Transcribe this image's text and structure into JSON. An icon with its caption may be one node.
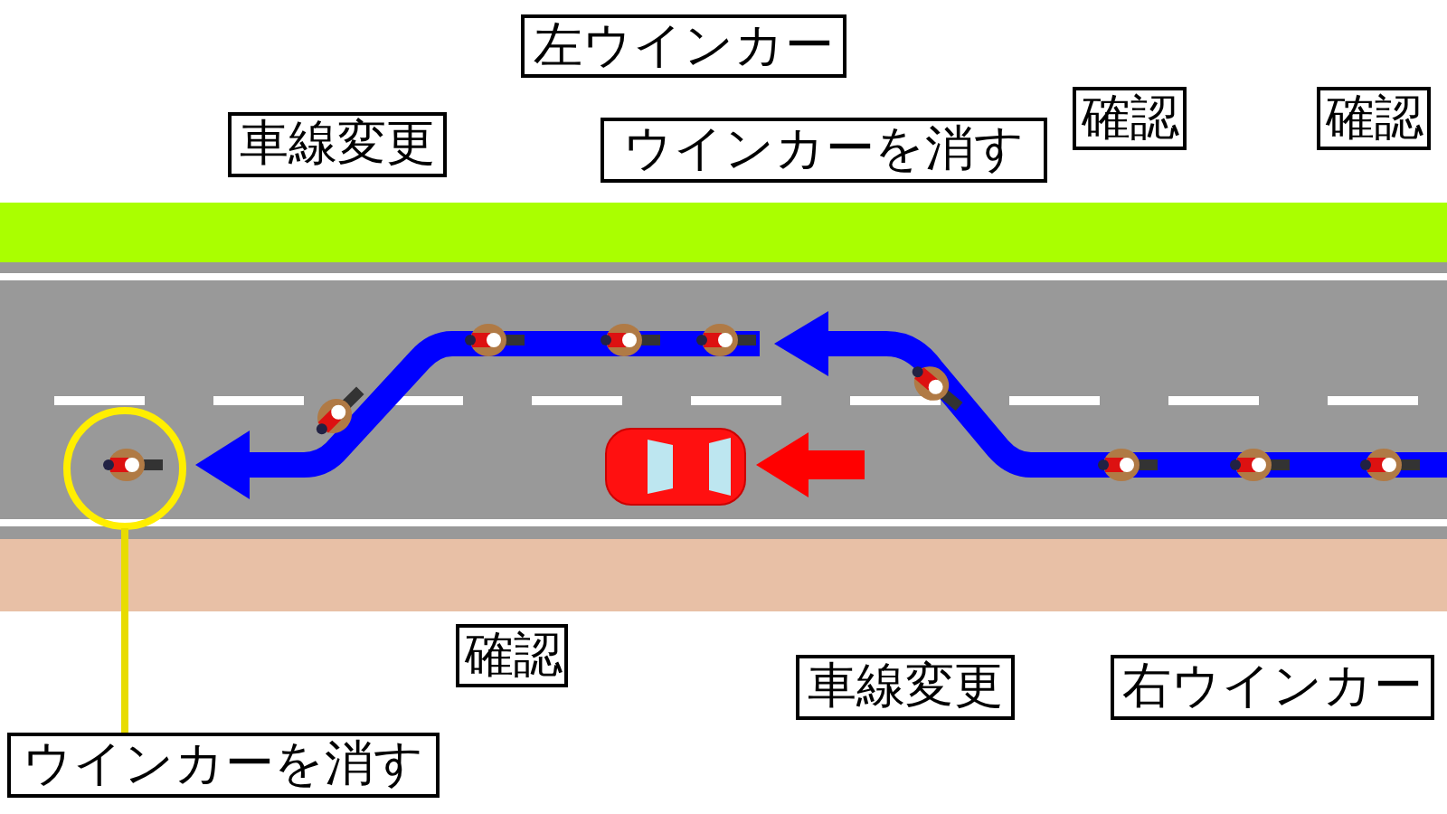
{
  "diagram": {
    "nodes": [
      {
        "text": [
          "左ウインカー"
        ]
      },
      {
        "text": [
          "車線変更"
        ]
      },
      {
        "text": [
          "ウインカーを消す"
        ]
      },
      {
        "text": [
          "確認"
        ]
      },
      {
        "text": [
          "確認"
        ]
      },
      {
        "text": [],
        "shape": "circle"
      },
      {
        "text": [
          "確認"
        ]
      },
      {
        "text": [
          "車線変更"
        ]
      },
      {
        "text": [
          "右ウインカー"
        ]
      },
      {
        "text": [
          "ウインカーを消す"
        ]
      }
    ],
    "edges": [
      {
        "from": 9,
        "to": 5,
        "arrow": "none"
      }
    ]
  }
}
